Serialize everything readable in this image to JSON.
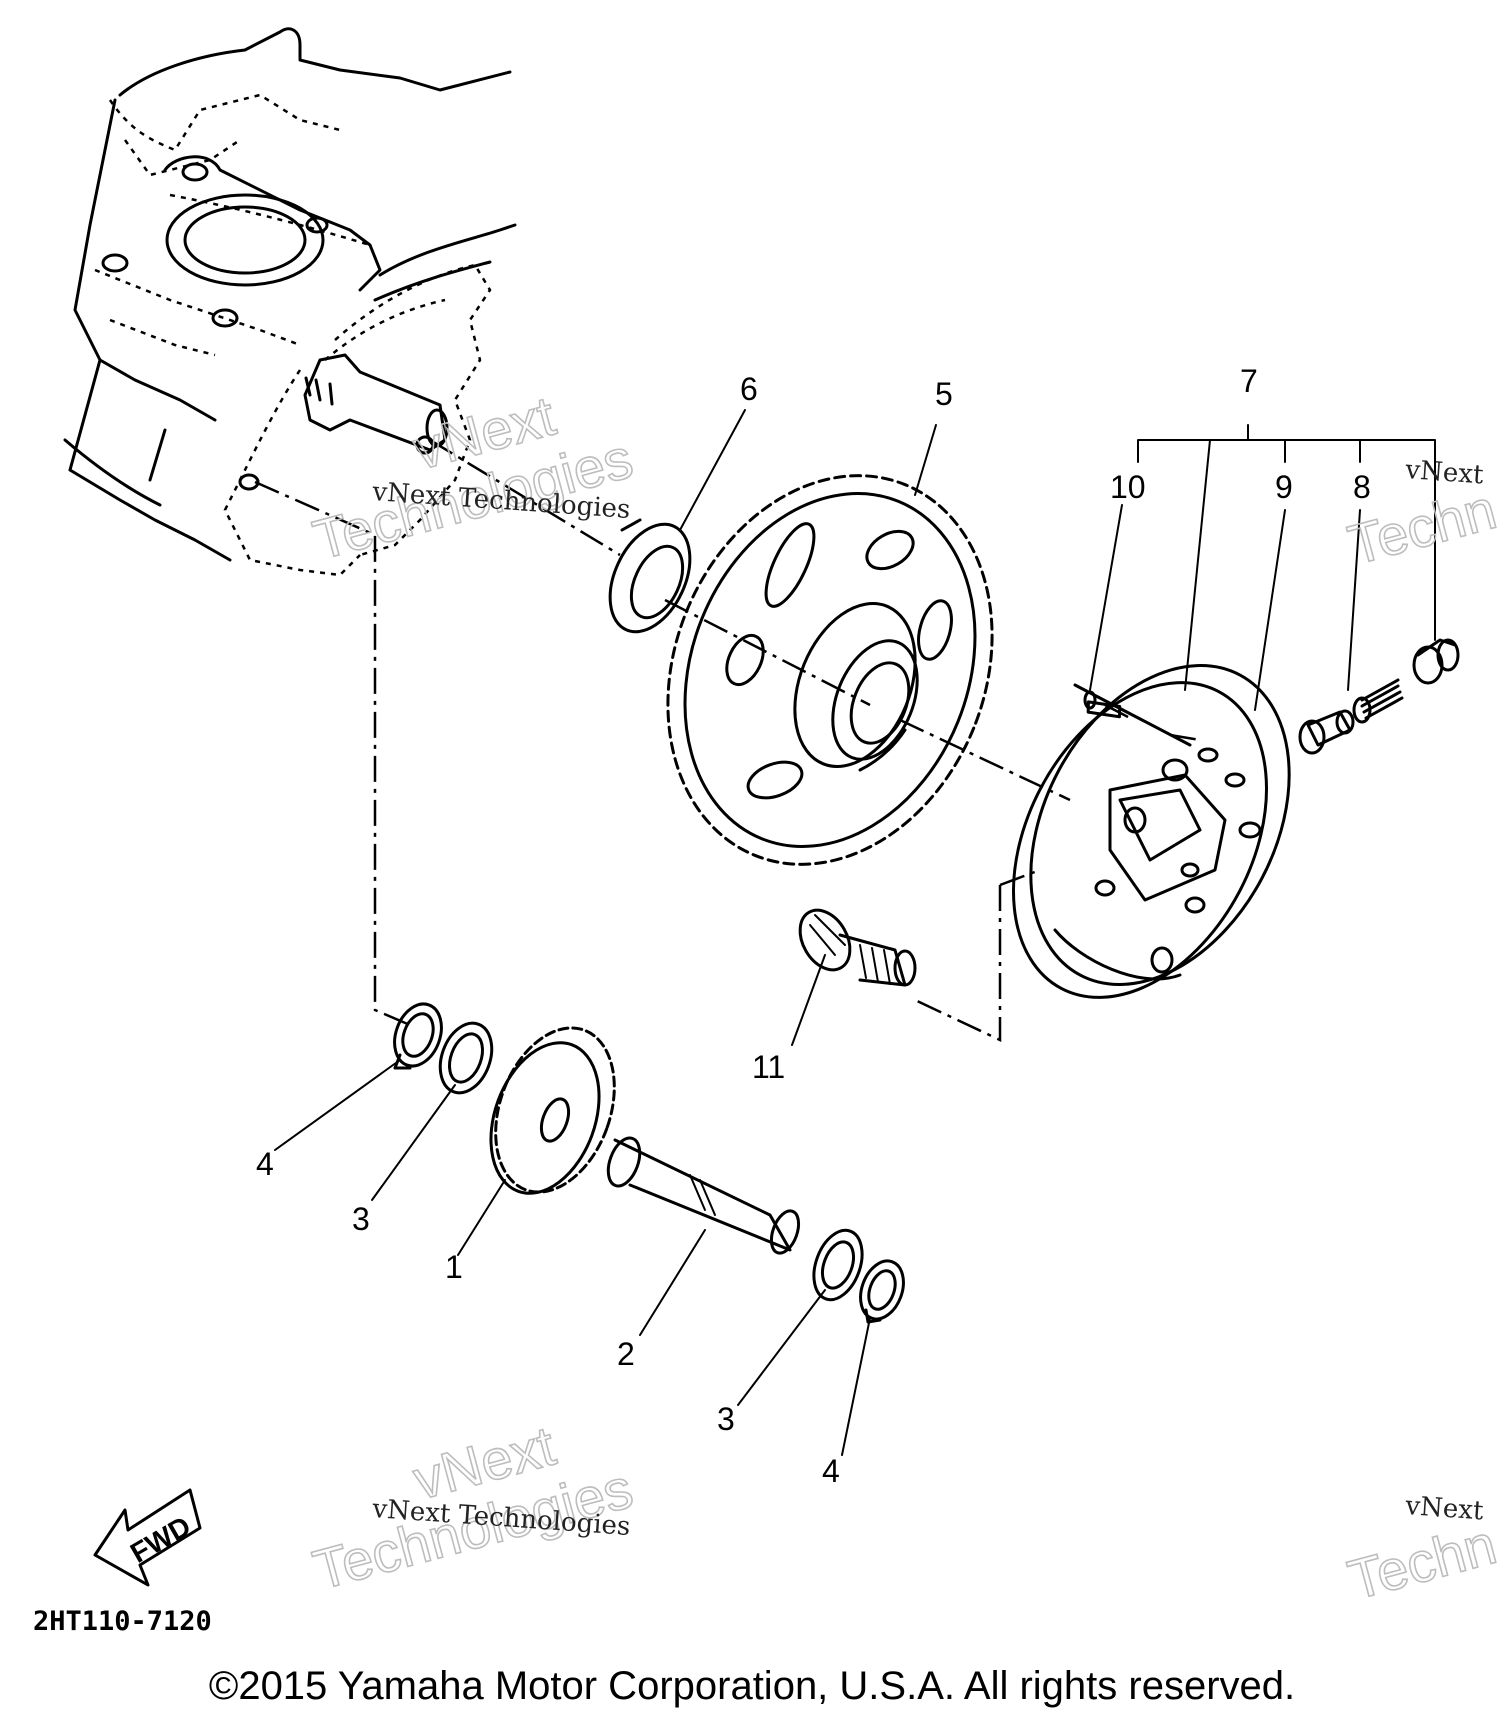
{
  "diagram": {
    "callouts": [
      "1",
      "2",
      "3",
      "3",
      "4",
      "4",
      "5",
      "6",
      "7",
      "8",
      "9",
      "10",
      "11"
    ],
    "fwd_label": "FWD",
    "part_code": "2HT110-7120"
  },
  "watermark": {
    "line1": "vNext Technologies",
    "big1": "vNext",
    "big2": "Technologies",
    "edge1": "vNext",
    "edge2": "Techn"
  },
  "footer": {
    "copyright": "©2015 Yamaha Motor Corporation, U.S.A. All rights reserved."
  }
}
